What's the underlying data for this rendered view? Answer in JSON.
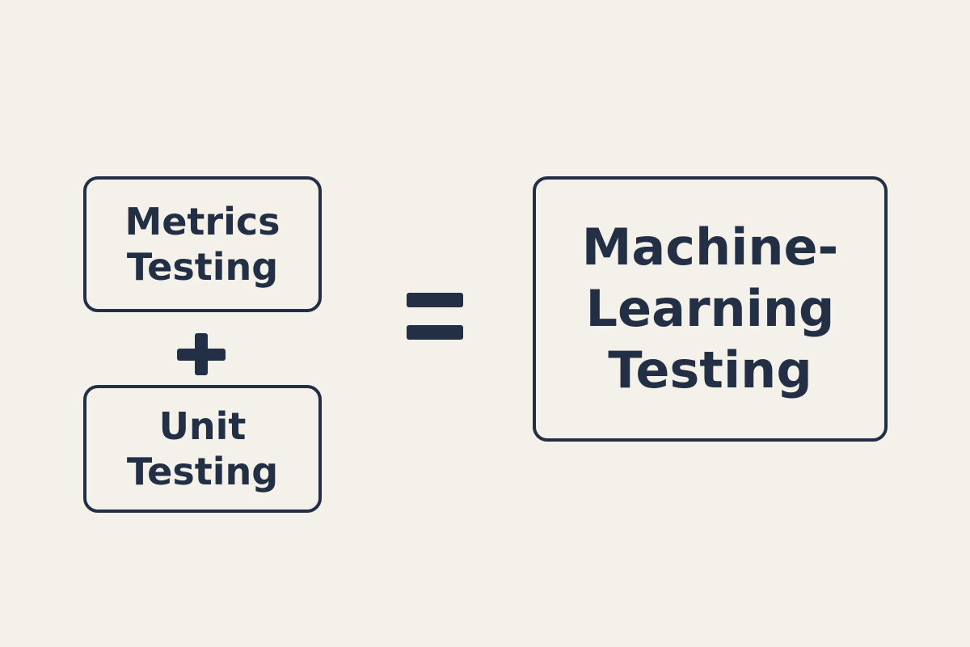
{
  "diagram": {
    "left_top_box": {
      "lines": [
        "Metrics",
        "Testing"
      ]
    },
    "left_bottom_box": {
      "lines": [
        "Unit",
        "Testing"
      ]
    },
    "result_box": {
      "lines": [
        "Machine-",
        "Learning",
        "Testing"
      ]
    },
    "operators": {
      "plus": "plus-sign",
      "equals": "equals-sign"
    }
  },
  "colors": {
    "background": "#f4f0ea",
    "ink": "#232f45"
  }
}
